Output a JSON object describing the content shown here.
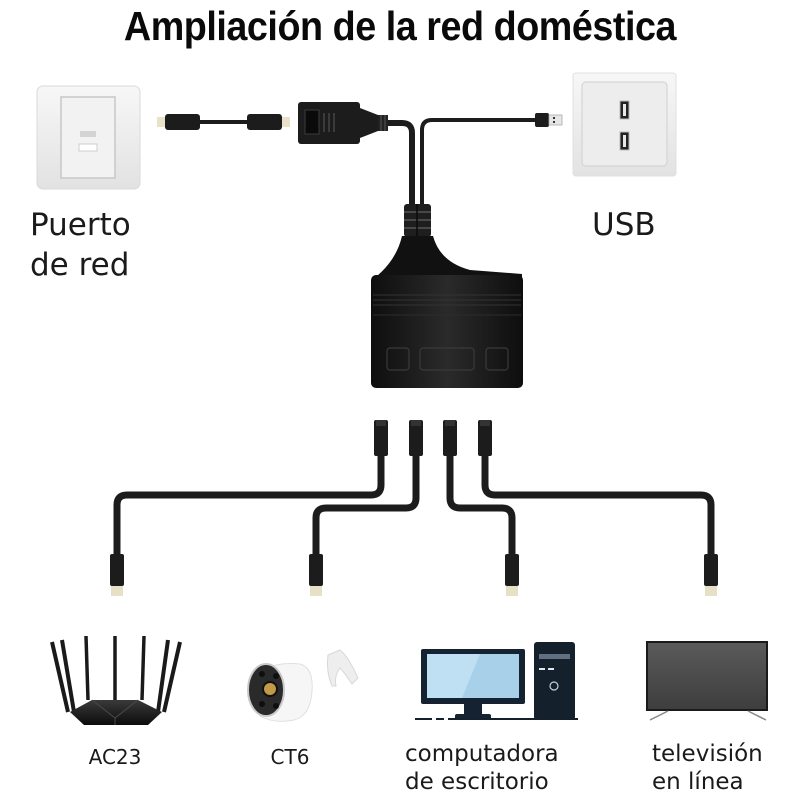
{
  "title": "Ampliación de la red doméstica",
  "sources": {
    "network_port": {
      "label_line1": "Puerto",
      "label_line2": "de red",
      "icon": "ethernet-wall-socket-icon"
    },
    "usb": {
      "label": "USB",
      "icon": "usb-wall-socket-icon"
    }
  },
  "splitter": {
    "icon": "ethernet-splitter-hub-icon",
    "output_ports": 4
  },
  "devices": [
    {
      "label_line1": "AC23",
      "label_line2": "",
      "icon": "wifi-router-icon"
    },
    {
      "label_line1": "CT6",
      "label_line2": "",
      "icon": "security-camera-icon"
    },
    {
      "label_line1": "computadora",
      "label_line2": "de escritorio",
      "icon": "desktop-computer-icon"
    },
    {
      "label_line1": "televisión",
      "label_line2": "en línea",
      "icon": "smart-tv-icon"
    }
  ],
  "colors": {
    "cable": "#1c1c1c",
    "socket_plate": "#ececec",
    "text": "#1a1a1a",
    "monitor_screen": "#bfe0f2",
    "pc_case": "#14202c"
  }
}
